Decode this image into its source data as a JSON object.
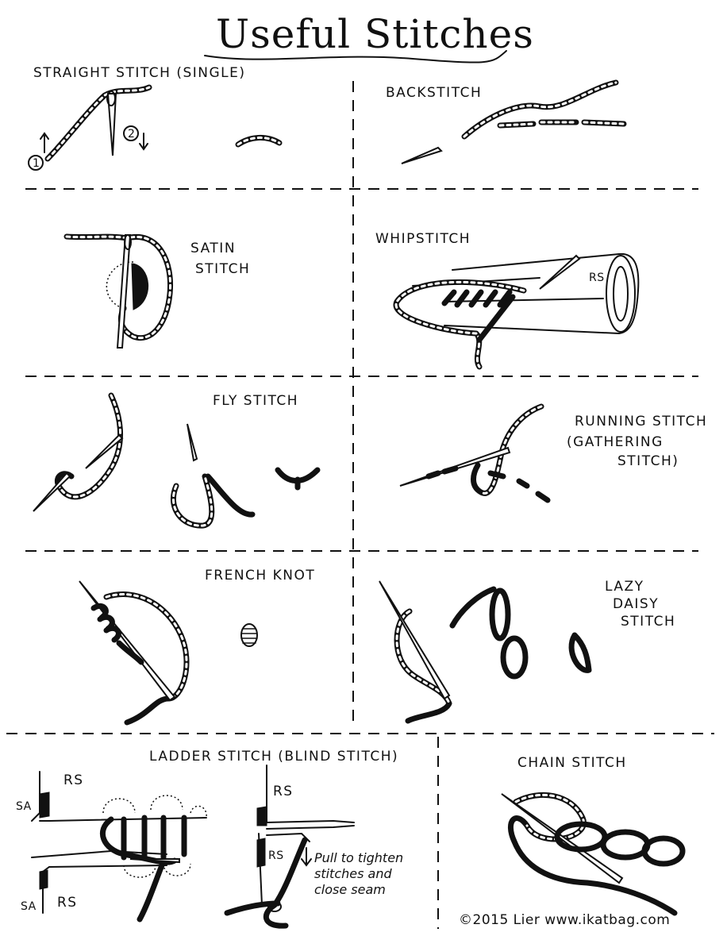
{
  "title": "Useful Stitches",
  "stitches": {
    "straight": "STRAIGHT STITCH (SINGLE)",
    "straight_step1": "1",
    "straight_step2": "2",
    "backstitch": "BACKSTITCH",
    "satin_line1": "SATIN",
    "satin_line2": "STITCH",
    "whipstitch": "WHIPSTITCH",
    "whip_rs": "RS",
    "fly": "FLY STITCH",
    "running_line1": "RUNNING STITCH",
    "running_line2": "(GATHERING",
    "running_line3": "STITCH)",
    "french": "FRENCH KNOT",
    "lazy_line1": "LAZY",
    "lazy_line2": "DAISY",
    "lazy_line3": "STITCH",
    "ladder": "LADDER STITCH (BLIND STITCH)",
    "chain": "CHAIN STITCH"
  },
  "ladder_labels": {
    "rs_top_left": "RS",
    "sa_top": "SA",
    "sa_bottom": "SA",
    "rs_bottom_left": "RS",
    "rs_top_right": "RS",
    "rs_mid_right": "RS",
    "note_line1": "Pull to tighten",
    "note_line2": "stitches and",
    "note_line3": "close seam"
  },
  "credit": "©2015 Lier www.ikatbag.com"
}
